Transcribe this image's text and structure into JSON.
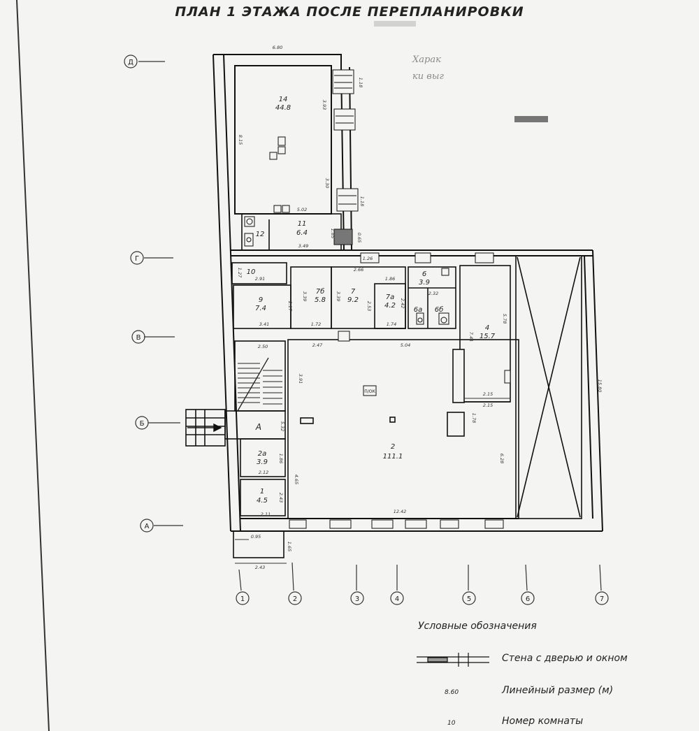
{
  "title": "ПЛАН 1 ЭТАЖА ПОСЛЕ ПЕРЕПЛАНИРОВКИ",
  "stamp": {
    "line1": "Харак",
    "line2": "ки выг"
  },
  "axes_rows": [
    "Д",
    "Г",
    "В",
    "Б",
    "А"
  ],
  "axes_cols": [
    "1",
    "2",
    "3",
    "4",
    "5",
    "6",
    "7"
  ],
  "rooms": [
    {
      "num": "14",
      "area": "44.8"
    },
    {
      "num": "11",
      "area": "6.4"
    },
    {
      "num": "12",
      "area": ""
    },
    {
      "num": "10",
      "area": ""
    },
    {
      "num": "9",
      "area": "7.4"
    },
    {
      "num": "7б",
      "area": "5.8"
    },
    {
      "num": "7",
      "area": "9.2"
    },
    {
      "num": "7а",
      "area": "4.2"
    },
    {
      "num": "6",
      "area": "3.9"
    },
    {
      "num": "6а",
      "area": ""
    },
    {
      "num": "6б",
      "area": ""
    },
    {
      "num": "4",
      "area": "15.7"
    },
    {
      "num": "2",
      "area": "111.1"
    },
    {
      "num": "2а",
      "area": "3.9"
    },
    {
      "num": "1",
      "area": "4.5"
    }
  ],
  "stair_label": "А",
  "equipment_label": "П/ОК",
  "dims": [
    "6.80",
    "8.15",
    "3.93",
    "3.30",
    "1.18",
    "1.18",
    "5.02",
    "3.49",
    "1.85",
    "0.65",
    "1.26",
    "2.66",
    "1.86",
    "1.27",
    "2.91",
    "3.41",
    "1.72",
    "1.74",
    "2.17",
    "3.39",
    "3.39",
    "2.53",
    "2.42",
    "2.32",
    "7.41",
    "5.78",
    "2.50",
    "2.47",
    "5.04",
    "3.91",
    "5.32",
    "2.15",
    "2.15",
    "1.78",
    "6.28",
    "15.80",
    "1.86",
    "2.12",
    "4.65",
    "2.43",
    "12.42",
    "2.11",
    "0.95",
    "1.65",
    "2.43"
  ],
  "legend": {
    "title": "Условные обозначения",
    "wall": "Стена с дверью и окном",
    "dim_sample": "8.60",
    "dim_text": "Линейный размер (м)",
    "room_sample": "10",
    "room_text": "Номер комнаты"
  }
}
